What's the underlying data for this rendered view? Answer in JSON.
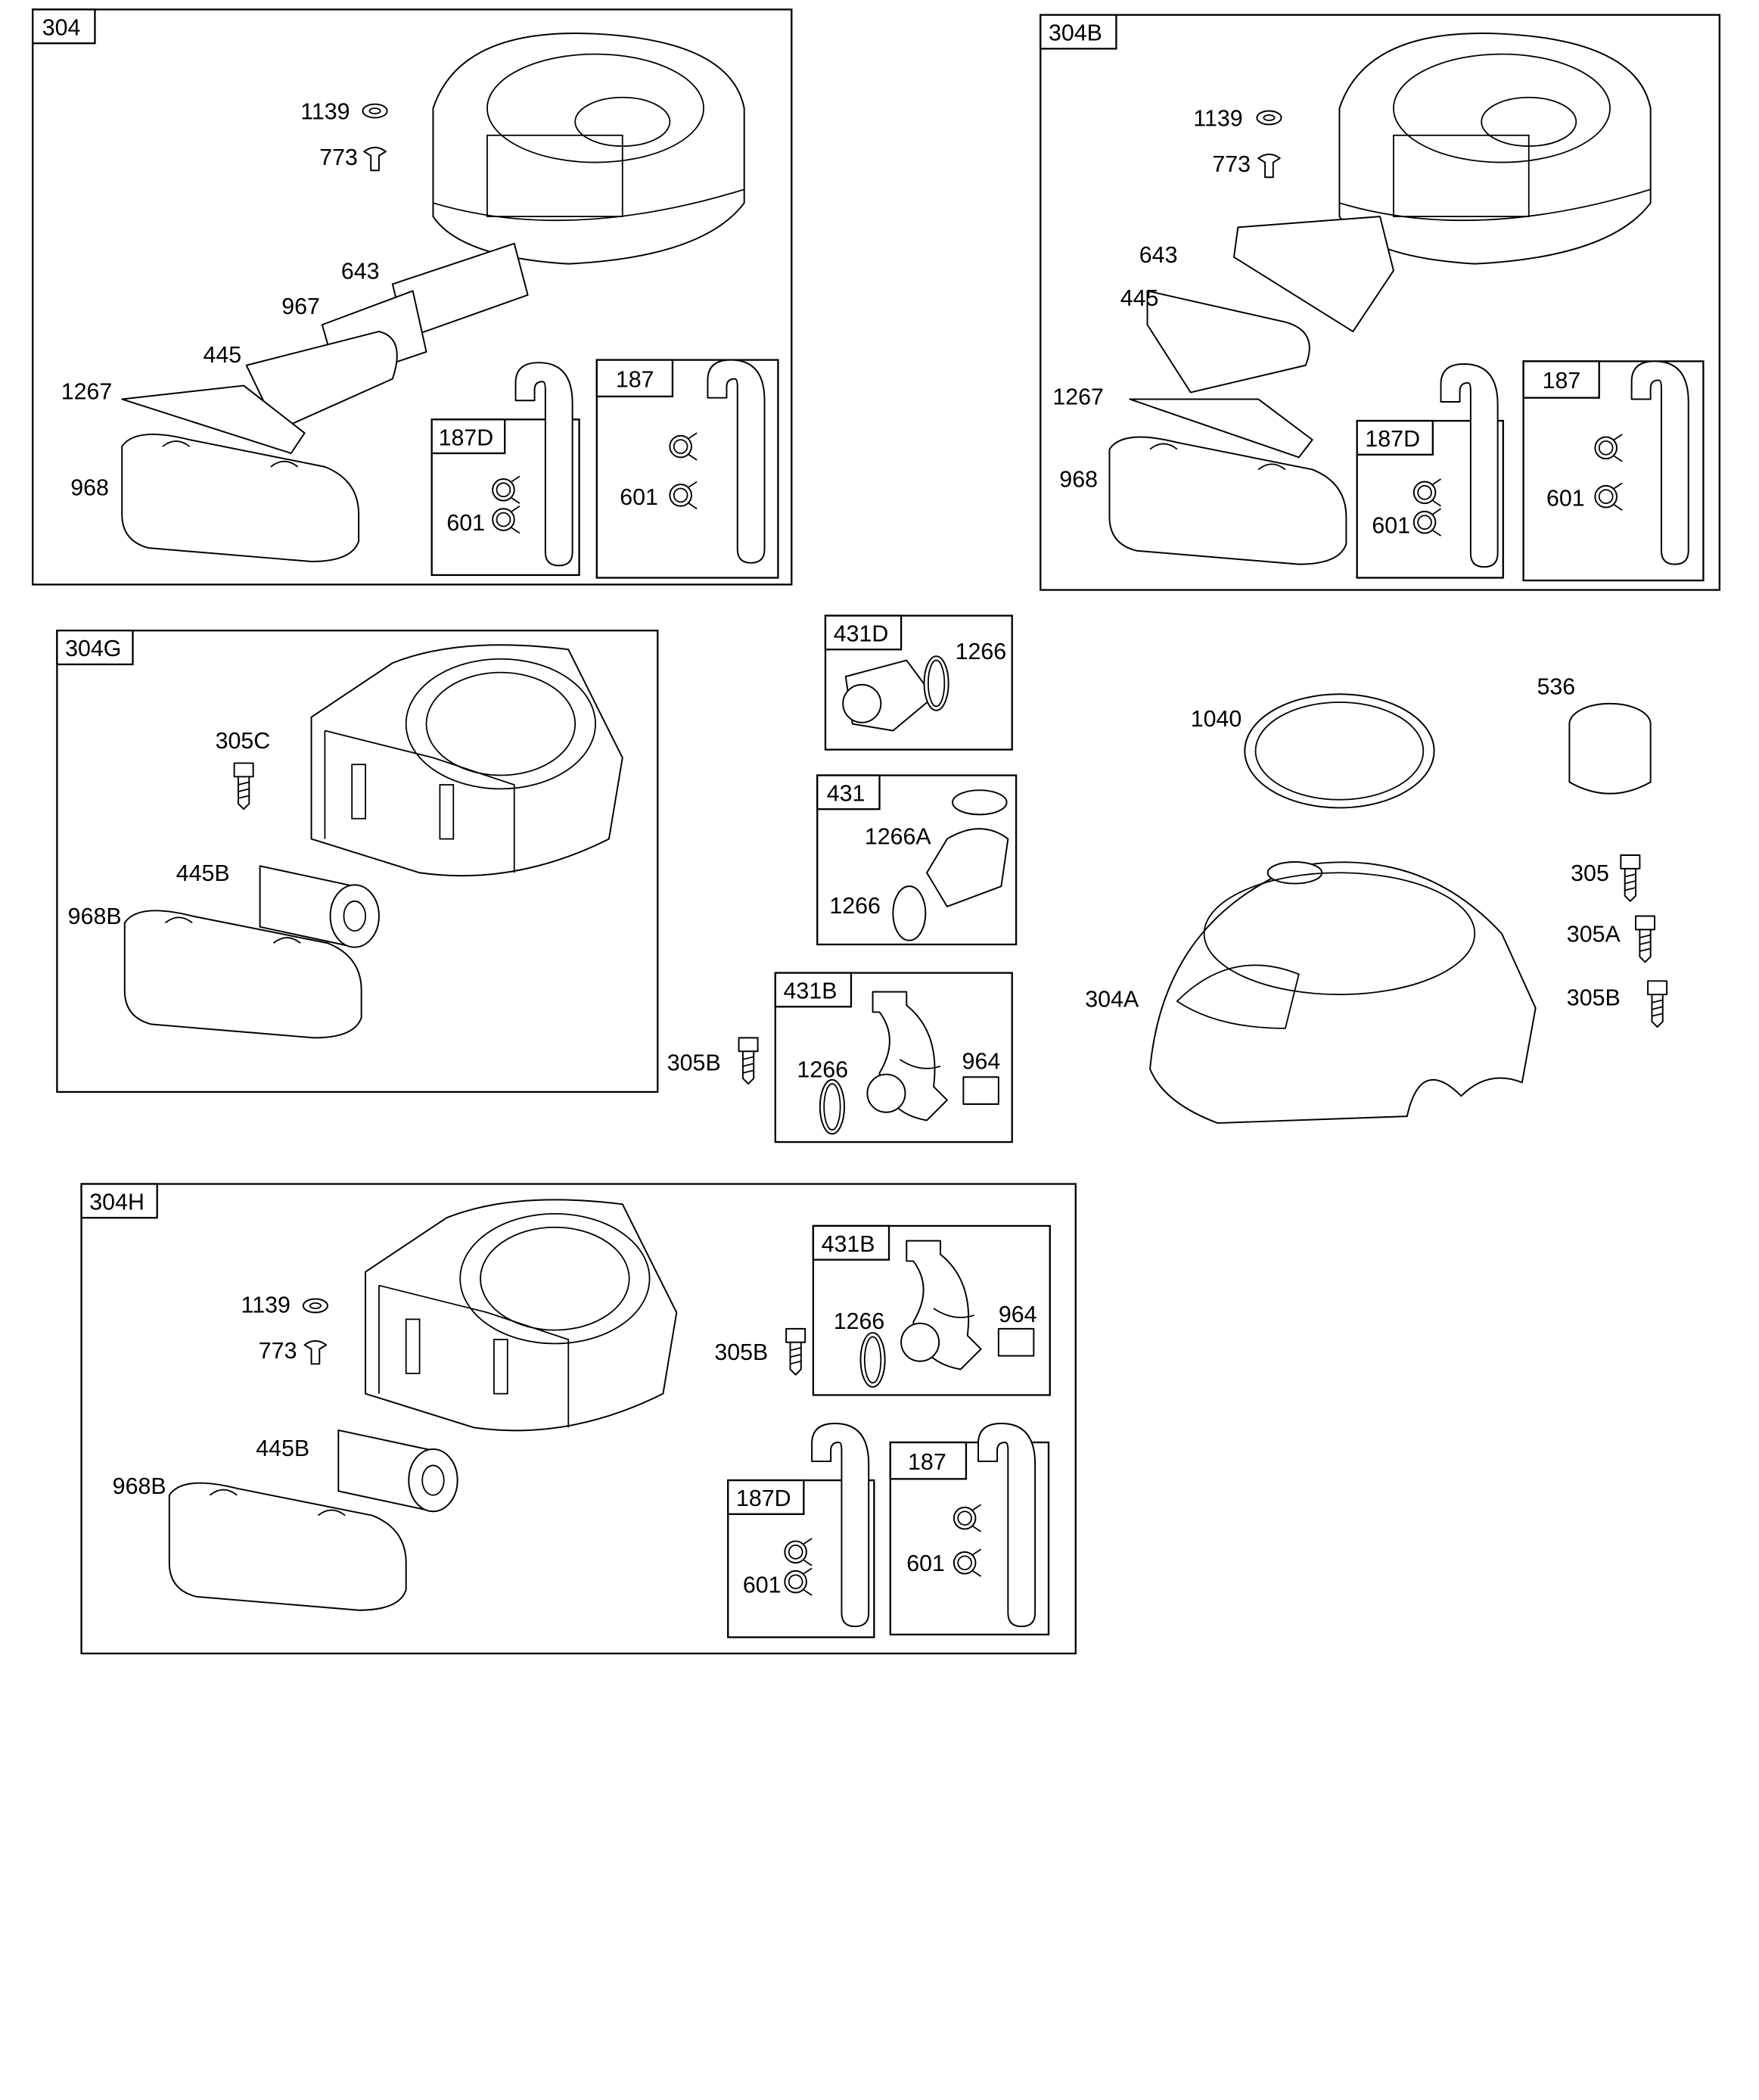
{
  "panels": {
    "p304": {
      "id": "304",
      "callouts": [
        "1139",
        "773",
        "643",
        "967",
        "445",
        "1267",
        "968"
      ],
      "sub187d": {
        "id": "187D",
        "clamp": "601"
      },
      "sub187": {
        "id": "187",
        "clamp": "601"
      }
    },
    "p304b": {
      "id": "304B",
      "callouts": [
        "1139",
        "773",
        "643",
        "445",
        "1267",
        "968"
      ],
      "sub187d": {
        "id": "187D",
        "clamp": "601"
      },
      "sub187": {
        "id": "187",
        "clamp": "601"
      }
    },
    "p304g": {
      "id": "304G",
      "callouts": [
        "305C",
        "445B",
        "968B"
      ]
    },
    "p431d": {
      "id": "431D",
      "callouts": [
        "1266"
      ]
    },
    "p431": {
      "id": "431",
      "callouts": [
        "1266A",
        "1266"
      ]
    },
    "p431b": {
      "id": "431B",
      "callouts": [
        "1266",
        "964"
      ]
    },
    "loose": {
      "callouts": [
        "305B",
        "1040",
        "536",
        "305",
        "305A",
        "305B",
        "304A"
      ]
    },
    "p304h": {
      "id": "304H",
      "callouts": [
        "1139",
        "773",
        "445B",
        "968B",
        "305B"
      ],
      "sub431b": {
        "id": "431B",
        "callouts": [
          "1266",
          "964"
        ]
      },
      "sub187d": {
        "id": "187D",
        "clamp": "601"
      },
      "sub187": {
        "id": "187",
        "clamp": "601"
      }
    }
  }
}
